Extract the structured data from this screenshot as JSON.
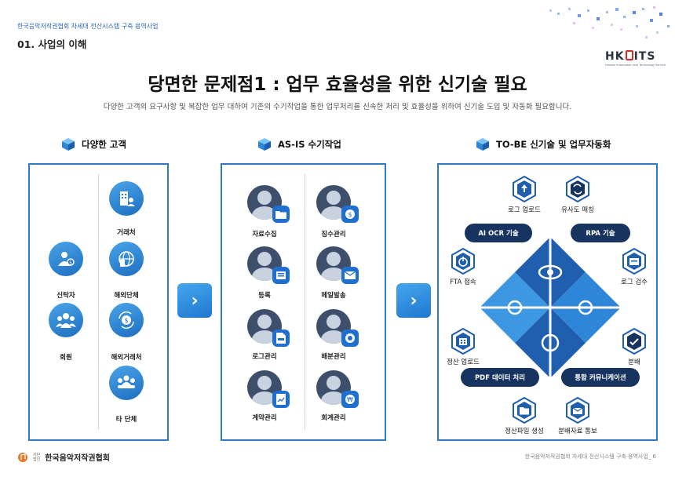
{
  "header": {
    "project_title": "한국음악저작권협회 차세대 전산시스템 구축 용역사업",
    "section_title": "01. 사업의 이해",
    "logo_text": "HKITS",
    "logo_subtext": "Hankuk Information and Technology Service"
  },
  "main": {
    "title": "당면한 문제점1 : 업무 효율성을 위한 신기술 필요",
    "subtitle": "다양한 고객의 요구사항 및 복잡한 업무 대하여 기존의 수기작업을 통한 업무처리를 신속한 처리 및 효율성을 위하여 신기술 도입 및 자동화 필요합니다."
  },
  "columns": {
    "customers": {
      "heading": "다양한 고객",
      "items": [
        "거래처",
        "신탁자",
        "해외단체",
        "회원",
        "해외거래처",
        "타 단체"
      ]
    },
    "asis": {
      "heading": "AS-IS 수기작업",
      "items": [
        "자료수집",
        "징수관리",
        "등록",
        "메일발송",
        "로그관리",
        "배분관리",
        "계약관리",
        "회계관리"
      ]
    },
    "tobe": {
      "heading": "TO-BE 신기술 및 업무자동화",
      "pills": [
        "AI OCR 기술",
        "RPA 기술",
        "PDF 데이터 처리",
        "통합 커뮤니케이션"
      ],
      "items": [
        "로그 업로드",
        "유사도 매칭",
        "FTA 접속",
        "로그 검수",
        "정산 업로드",
        "분배",
        "정산파일 생성",
        "분배자료 통보"
      ]
    }
  },
  "footer": {
    "org_small_1": "사단",
    "org_small_2": "법인",
    "org_name": "한국음악저작권협회",
    "page_text": "한국음악저작권협회 차세대 전산시스템 구축 용역사업_ 6"
  },
  "colors": {
    "accent_blue": "#2f7ac6",
    "navy": "#17335f",
    "logo_red": "#d62b2b"
  }
}
